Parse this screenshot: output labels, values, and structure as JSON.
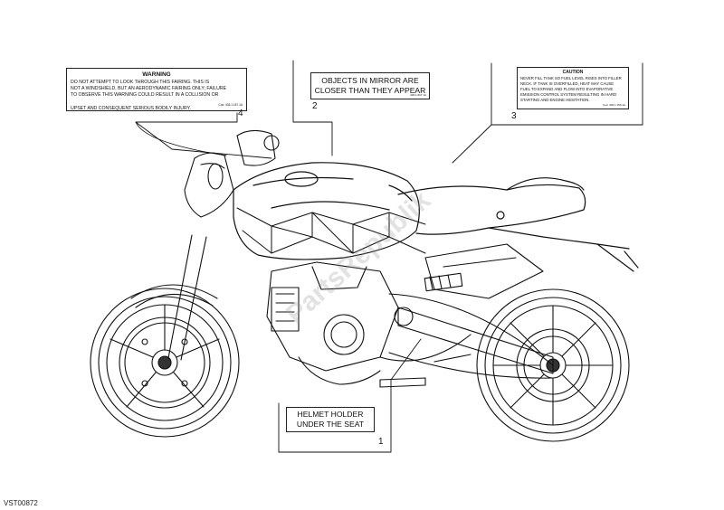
{
  "labels": {
    "warning": {
      "title": "WARNING",
      "lines": [
        "DO NOT ATTEMPT TO LOOK THROUGH THIS FAIRING. THIS IS",
        "NOT A WINDSHIELD, BUT AN AERODYNAMIC FAIRING ONLY; FAILURE",
        "TO OBSERVE THIS WARNING COULD RESULT IN A COLLISION OR",
        "UPSET AND CONSEQUENT SERIOUS BODILY INJURY."
      ],
      "code": "Cod. 436.1.187.1A",
      "callout": "4"
    },
    "mirror": {
      "lines": [
        "OBJECTS IN MIRROR ARE",
        "CLOSER THAN THEY APPEAR"
      ],
      "code": "436.1.607.1A",
      "callout": "2"
    },
    "caution": {
      "title": "CAUTION",
      "lines": [
        "NEVER FILL TANK SO FUEL LEVEL RISES INTO FILLER",
        "NECK. IF TANK IS OVERFILLED, HEAT MAY CAUSE",
        "FUEL TO EXPAND AND FLOW INTO EVAPORATIVE",
        "EMISSION CONTROL SYSTEM RESULTING IN HARD",
        "STARTING AND ENGINE HESITATION."
      ],
      "code": "Cod. 436.1.159.1A",
      "callout": "3"
    },
    "helmet": {
      "lines": [
        "HELMET HOLDER",
        "UNDER THE SEAT"
      ],
      "callout": "1"
    }
  },
  "watermark": "PartsRepublik",
  "footer_code": "VST00872"
}
